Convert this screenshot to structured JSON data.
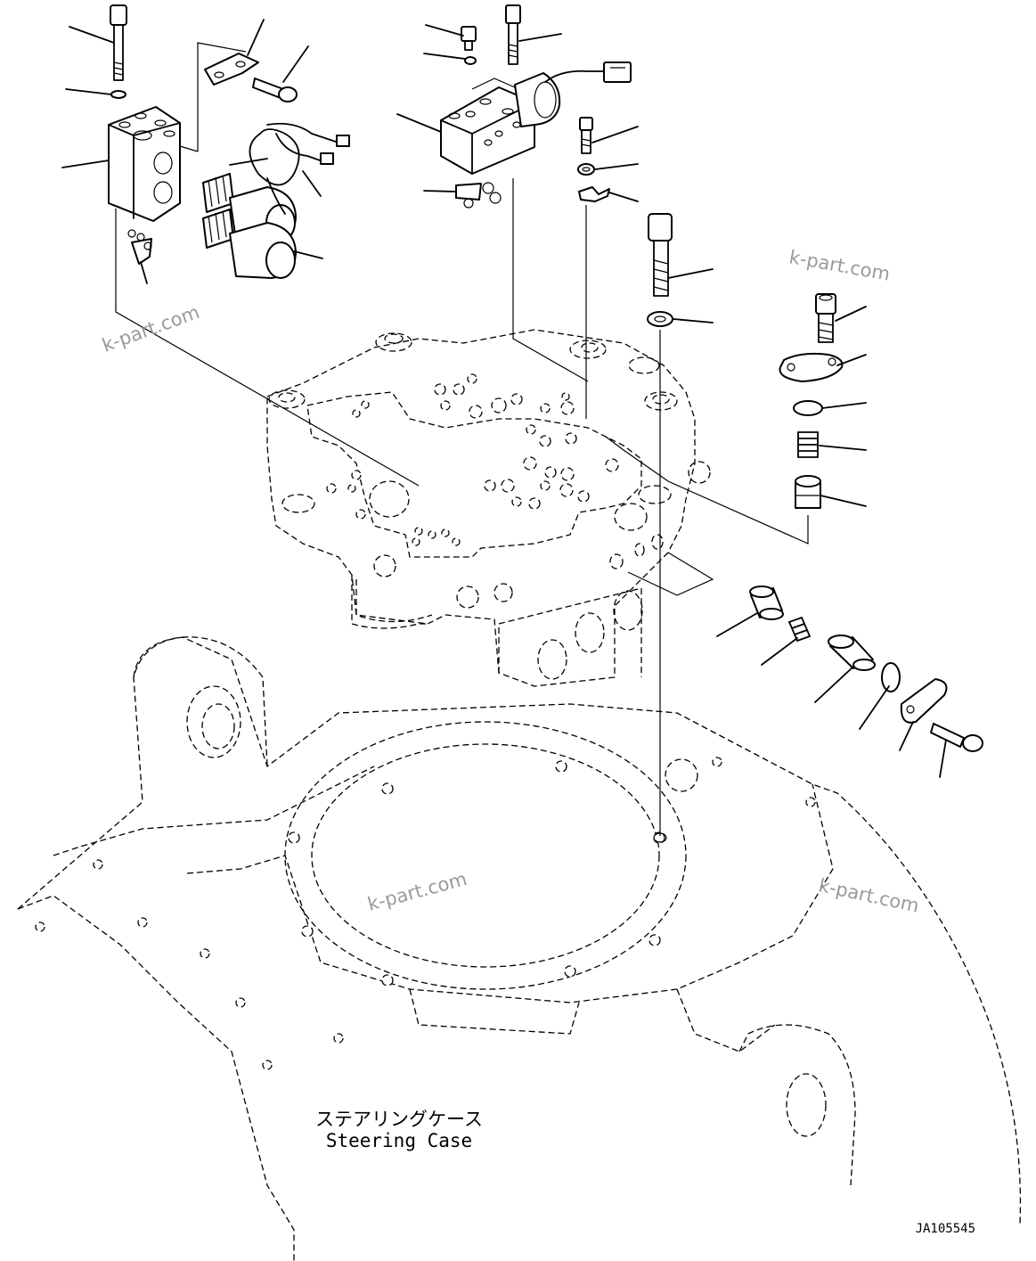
{
  "diagram": {
    "case_label_jp": "ステアリングケース",
    "case_label_en": "Steering Case",
    "drawing_code": "JA105545",
    "watermarks": [
      "k-part.com",
      "k-part.com",
      "k-part.com",
      "k-part.com"
    ]
  },
  "colors": {
    "line": "#000000",
    "watermark": "#9a9a9a",
    "background": "#ffffff"
  }
}
